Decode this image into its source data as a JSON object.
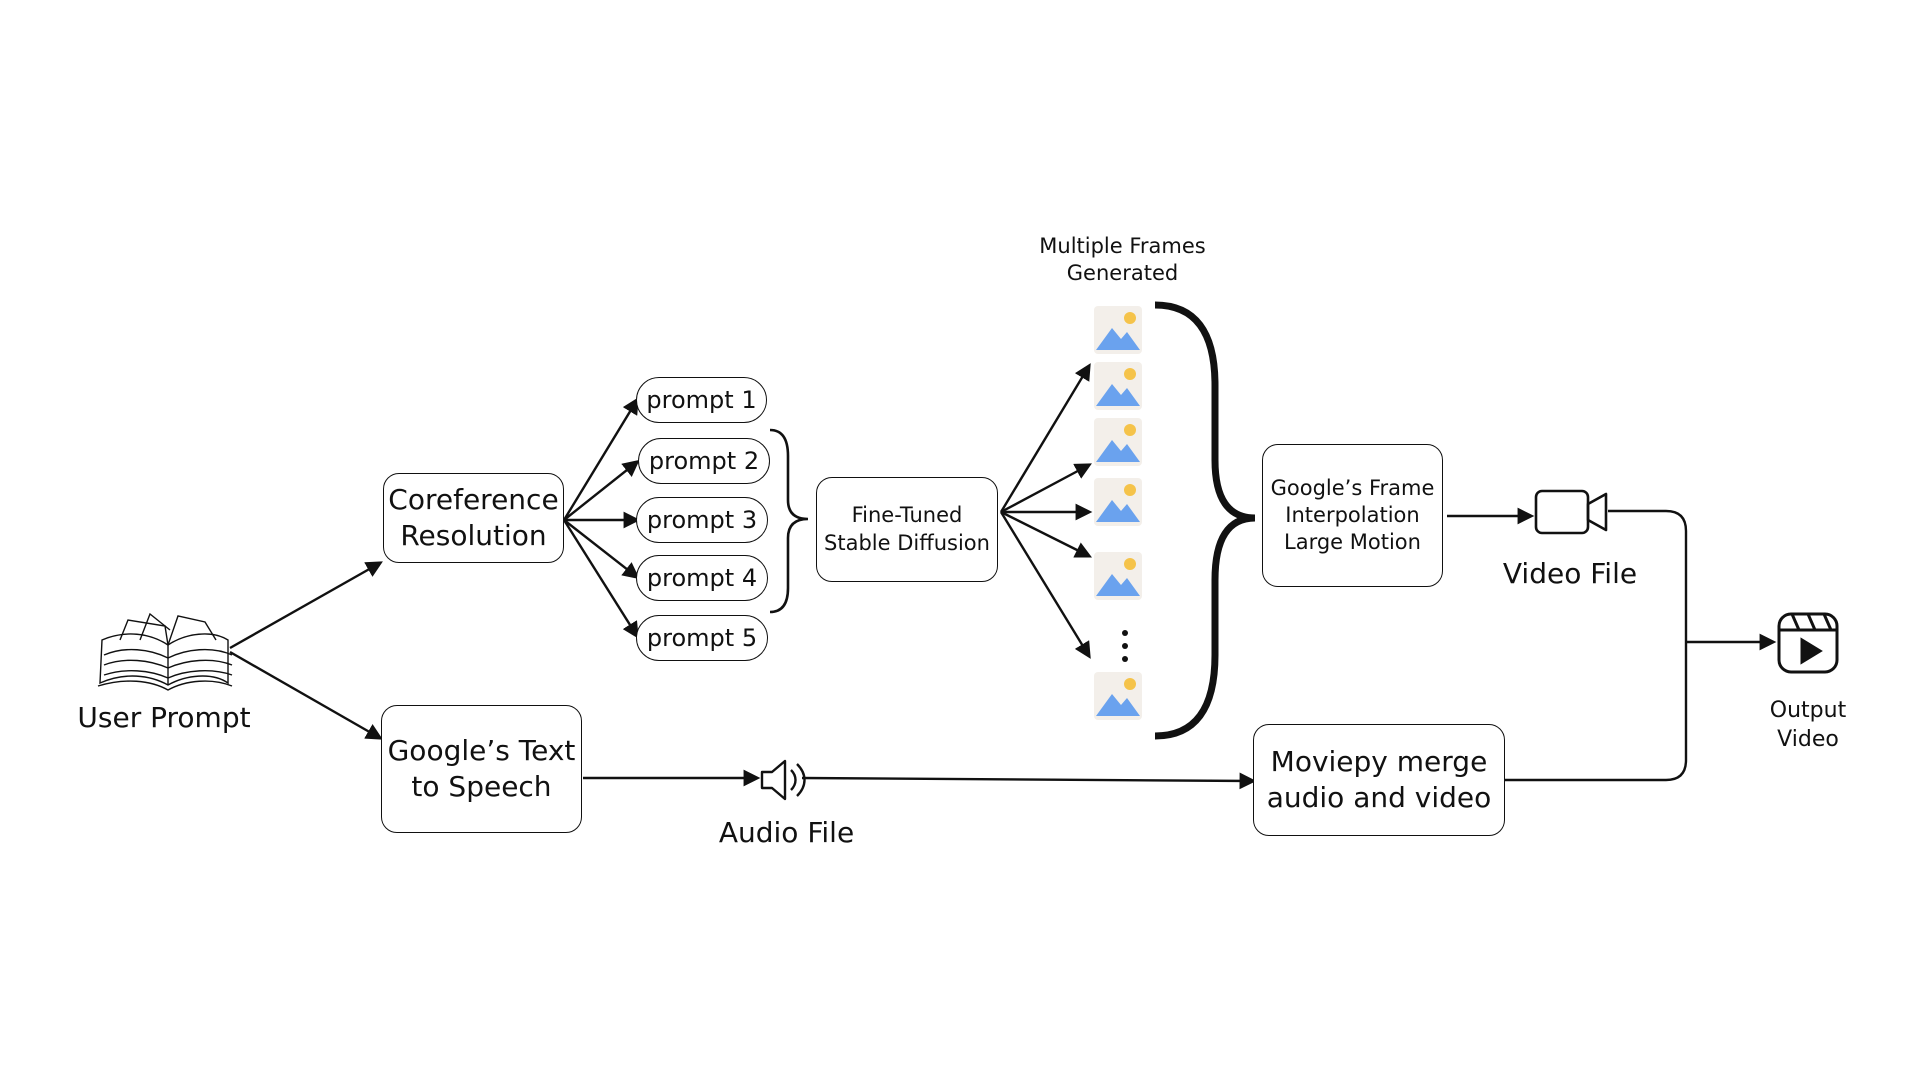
{
  "nodes": {
    "user_prompt": "User Prompt",
    "coreference": "Coreference\nResolution",
    "tts": "Google’s Text\nto Speech",
    "prompts": [
      "prompt 1",
      "prompt 2",
      "prompt 3",
      "prompt 4",
      "prompt 5"
    ],
    "stable_diffusion": "Fine-Tuned\nStable Diffusion",
    "frames_caption": "Multiple Frames\nGenerated",
    "frame_interpolation": "Google’s Frame\nInterpolation\nLarge Motion",
    "video_file": "Video File",
    "audio_file": "Audio File",
    "merge": "Moviepy merge\naudio and video",
    "output_video": "Output\nVideo"
  },
  "icons": {
    "book": "open-book-icon",
    "frame": "image-frame-icon",
    "speaker": "speaker-icon",
    "camera": "video-camera-icon",
    "output": "video-play-icon"
  },
  "colors": {
    "stroke": "#111111",
    "frame_sky": "#6AA2EE",
    "frame_sun": "#F5C34A",
    "frame_bg": "#F3EFEA"
  }
}
